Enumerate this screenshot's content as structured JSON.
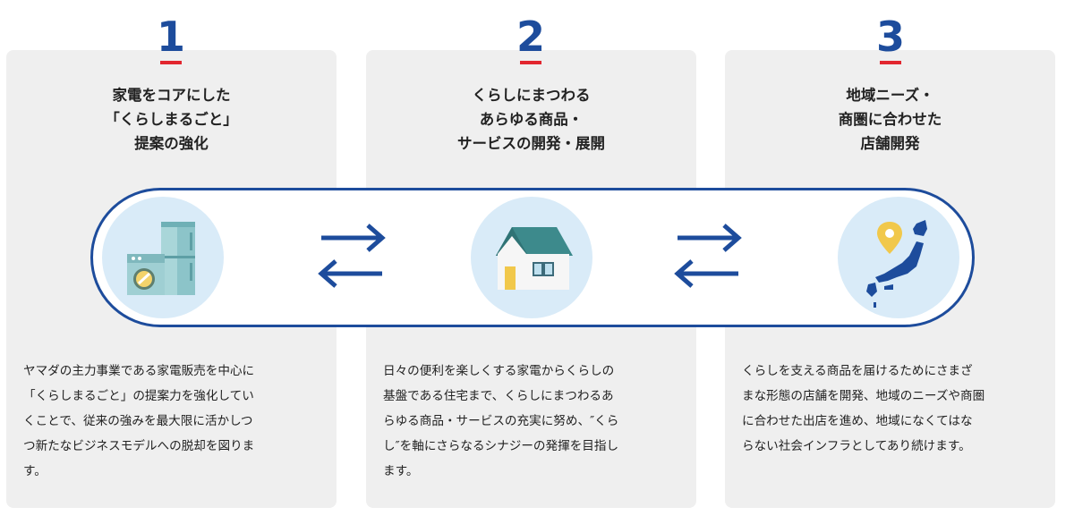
{
  "colors": {
    "accent_blue": "#1d4c9c",
    "underline_red": "#e2262f",
    "card_bg": "#efefef",
    "icon_circle_bg": "#d9ebf8"
  },
  "steps": [
    {
      "number": "1",
      "title_lines": [
        "家電をコアにした",
        "「くらしまるごと」",
        "提案の強化"
      ],
      "icon": "appliances-icon",
      "desc_lines": [
        "ヤマダの主力事業である家電販売を中心に",
        "「くらしまるごと」の提案力を強化してい",
        "くことで、従来の強みを最大限に活かしつ",
        "つ新たなビジネスモデルへの脱却を図りま",
        "す。"
      ]
    },
    {
      "number": "2",
      "title_lines": [
        "くらしにまつわる",
        "あらゆる商品・",
        "サービスの開発・展開"
      ],
      "icon": "house-icon",
      "desc_lines": [
        "日々の便利を楽しくする家電からくらしの",
        "基盤である住宅まで、くらしにまつわるあ",
        "らゆる商品・サービスの充実に努め、″くら",
        "し″を軸にさらなるシナジーの発揮を目指し",
        "ます。"
      ]
    },
    {
      "number": "3",
      "title_lines": [
        "地域ニーズ・",
        "商圏に合わせた",
        "店舗開発"
      ],
      "icon": "japan-map-pin-icon",
      "desc_lines": [
        "くらしを支える商品を届けるためにさまざ",
        "まな形態の店舗を開発、地域のニーズや商圏",
        "に合わせた出店を進め、地域になくてはな",
        "らない社会インフラとしてあり続けます。"
      ]
    }
  ],
  "connectors": [
    "bidirectional-arrows-icon",
    "bidirectional-arrows-icon"
  ]
}
